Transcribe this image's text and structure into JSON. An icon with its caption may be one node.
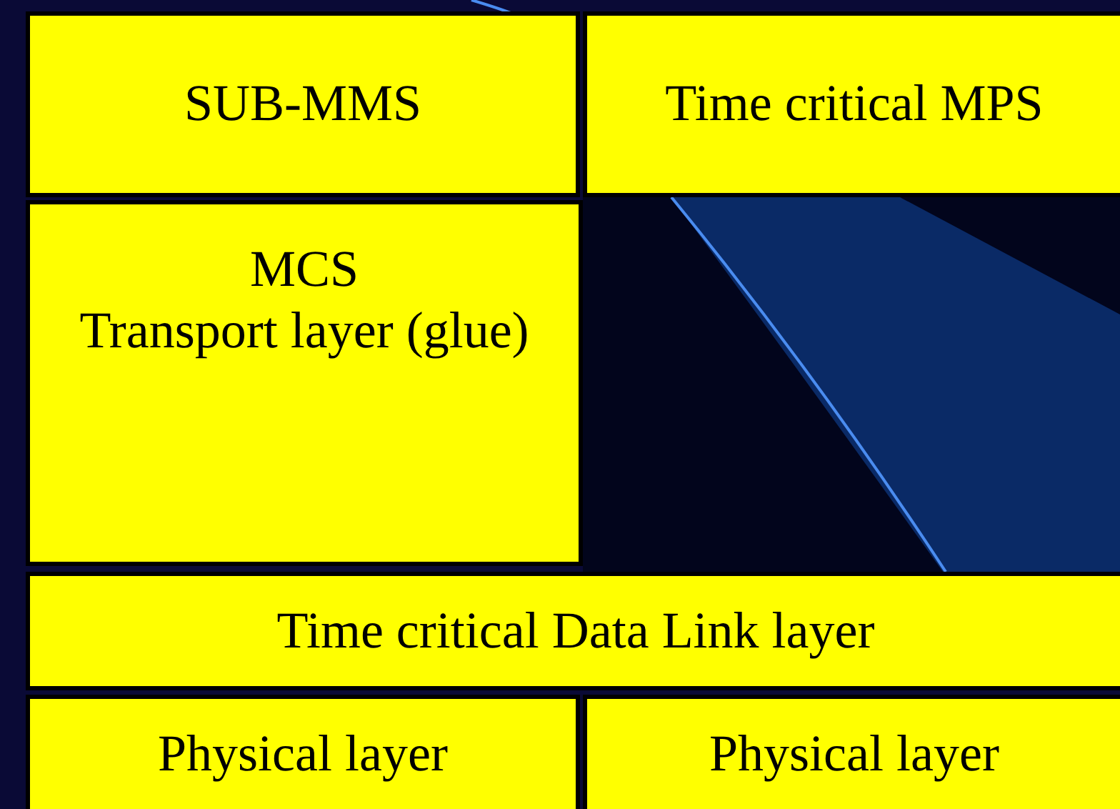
{
  "diagram": {
    "nodes": [
      {
        "text": [
          "SUB-MMS"
        ]
      },
      {
        "text": [
          "Time critical MPS"
        ]
      },
      {
        "text": [
          "MCS",
          "Transport layer (glue)"
        ]
      },
      {
        "text": [
          "Time critical Data Link layer"
        ]
      },
      {
        "text": [
          "Physical layer"
        ]
      },
      {
        "text": [
          "Physical layer"
        ]
      }
    ]
  }
}
